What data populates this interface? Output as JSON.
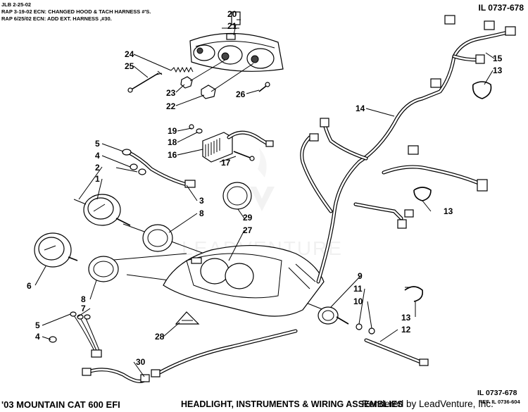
{
  "revision_notes": [
    "JLB 2-25-02",
    "RAP 3-19-02 ECN: CHANGED HOOD & TACH HARNESS #'S.",
    "RAP 6/25/02 ECN: ADD EXT. HARNESS ,#30."
  ],
  "illustration_number": "IL 0737-678",
  "illustration_number_bottom": "IL 0737-678",
  "reference_number": "REF. IL 0736-604",
  "model": "'03 MOUNTAIN CAT 600 EFI",
  "title": "HEADLIGHT, INSTRUMENTS & WIRING ASSEMBLIES",
  "credit": "Rendered by LeadVenture, Inc.",
  "watermark": "LEADVENTURE",
  "callouts": {
    "c1": "1",
    "c2": "2",
    "c3": "3",
    "c4a": "4",
    "c4b": "4",
    "c5a": "5",
    "c5b": "5",
    "c6": "6",
    "c7": "7",
    "c8a": "8",
    "c8b": "8",
    "c9": "9",
    "c10": "10",
    "c11": "11",
    "c12": "12",
    "c13a": "13",
    "c13b": "13",
    "c13c": "13",
    "c14": "14",
    "c15": "15",
    "c16": "16",
    "c17": "17",
    "c18": "18",
    "c19": "19",
    "c20": "20",
    "c21": "21",
    "c22": "22",
    "c23": "23",
    "c24": "24",
    "c25": "25",
    "c26": "26",
    "c27": "27",
    "c28": "28",
    "c29": "29",
    "c30": "30"
  }
}
